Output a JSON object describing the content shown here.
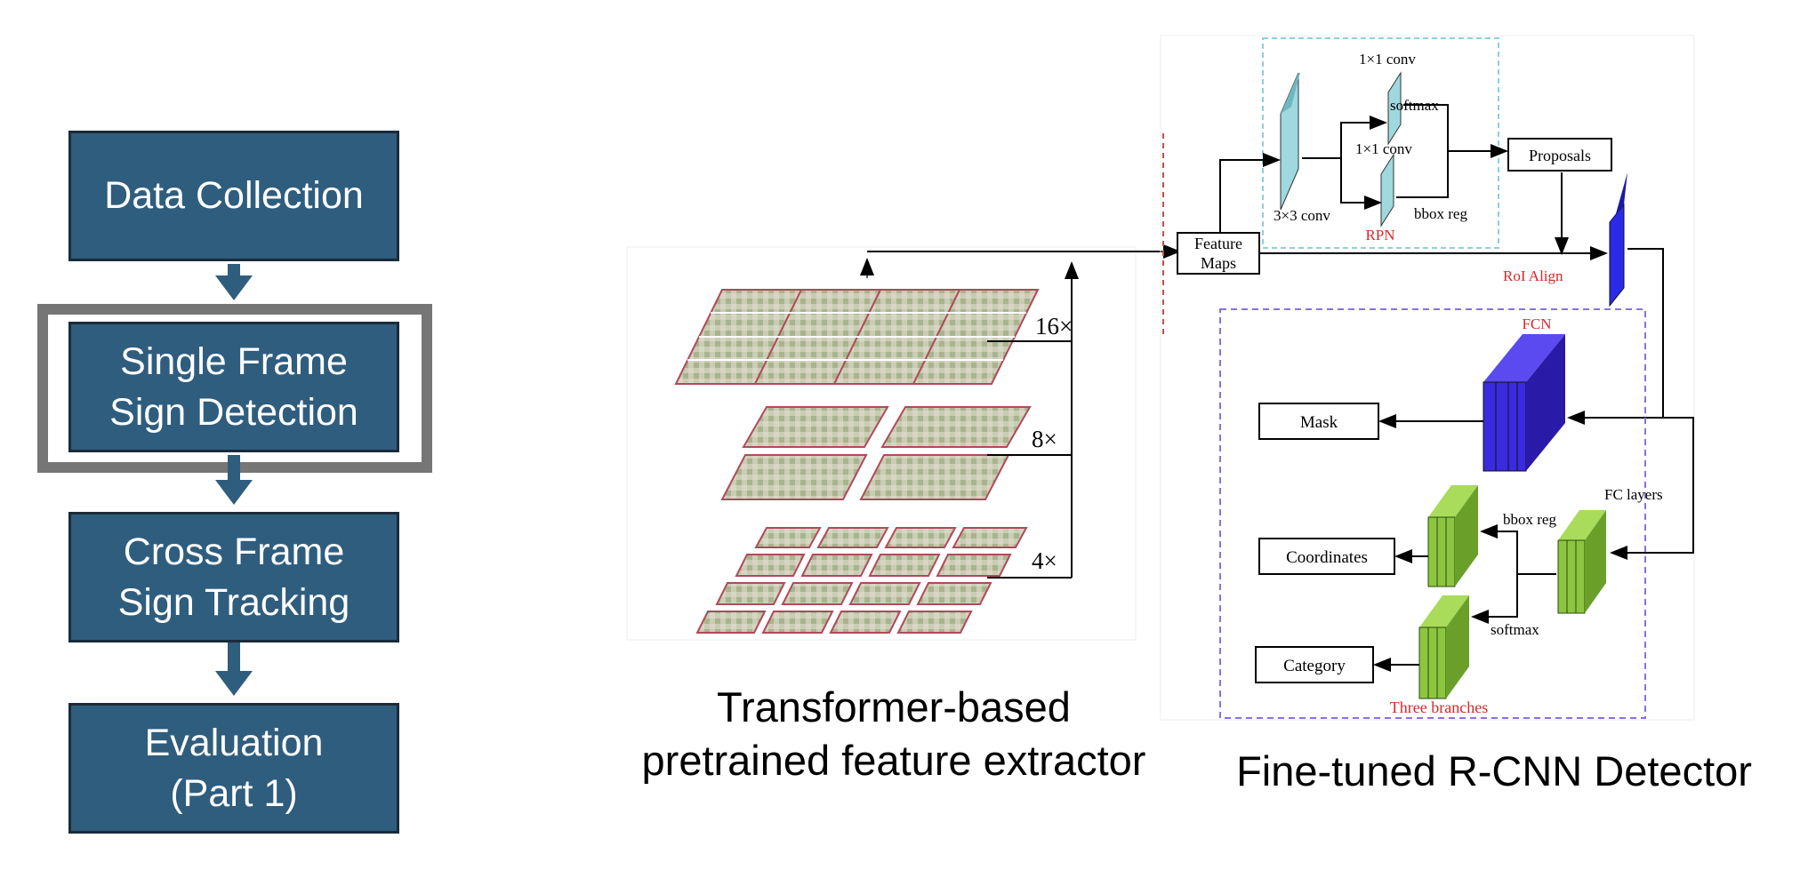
{
  "flow": {
    "steps": [
      {
        "line1": "Data Collection",
        "line2": ""
      },
      {
        "line1": "Single Frame",
        "line2": "Sign Detection"
      },
      {
        "line1": "Cross Frame",
        "line2": "Sign Tracking"
      },
      {
        "line1": "Evaluation",
        "line2": "(Part 1)"
      }
    ],
    "highlighted_step": 2,
    "colors": {
      "box": "#2f5d7e",
      "border": "#1b2b3a",
      "highlight": "#767676"
    }
  },
  "extractor": {
    "scales": [
      "16×",
      "8×",
      "4×"
    ],
    "caption_line1": "Transformer-based",
    "caption_line2": "pretrained feature extractor"
  },
  "detector": {
    "feature_maps_line1": "Feature",
    "feature_maps_line2": "Maps",
    "conv_3x3": "3×3 conv",
    "conv_1x1_top": "1×1 conv",
    "conv_1x1_mid": "1×1 conv",
    "softmax_rpn": "softmax",
    "bbox_reg_rpn": "bbox reg",
    "rpn": "RPN",
    "proposals": "Proposals",
    "roi_align": "RoI Align",
    "fcn": "FCN",
    "mask": "Mask",
    "fc_layers": "FC layers",
    "bbox_reg_head": "bbox reg",
    "softmax_head": "softmax",
    "coordinates": "Coordinates",
    "category": "Category",
    "three_branches": "Three branches",
    "caption": "Fine-tuned R-CNN Detector",
    "colors": {
      "rpn_block": "#9fd8de",
      "roi_block": "#2a2ae8",
      "fcn_block": "#3a2ae0",
      "fc_block": "#8cc63f",
      "red_label": "#d42a2a",
      "dash_box": "#8a6fe8"
    }
  }
}
